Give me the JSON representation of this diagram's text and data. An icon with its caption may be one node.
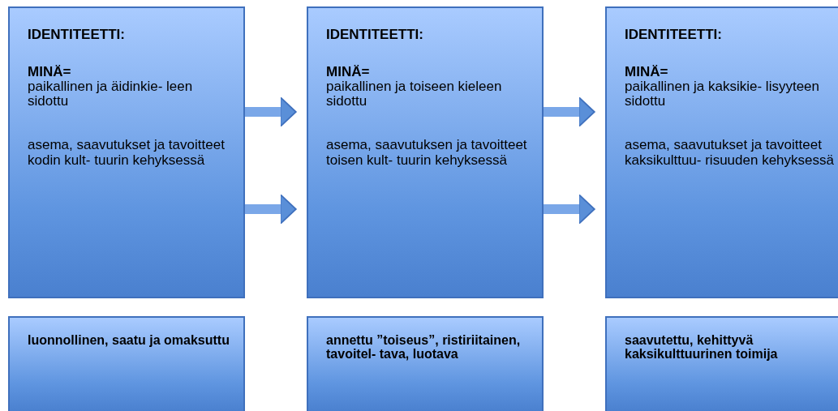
{
  "diagram": {
    "nodes": [
      {
        "text": [
          "IDENTITEETTI:",
          "MINÄ=",
          "paikallinen ja äidinkie- leen sidottu",
          "asema, saavutukset ja tavoitteet kodin kult- tuurin kehyksessä"
        ]
      },
      {
        "text": [
          "IDENTITEETTI:",
          "MINÄ=",
          "paikallinen ja toiseen kieleen sidottu",
          "asema, saavutuksen ja tavoitteet toisen kult- tuurin kehyksessä"
        ]
      },
      {
        "text": [
          "IDENTITEETTI:",
          "MINÄ=",
          "paikallinen ja kaksikie- lisyyteen sidottu",
          "asema, saavutukset ja tavoitteet kaksikulttuu- risuuden kehyksessä"
        ]
      },
      {
        "text": [
          "luonnollinen, saatu ja omaksuttu"
        ]
      },
      {
        "text": [
          "annettu ”toiseus”, ristiriitainen, tavoitel- tava, luotava"
        ]
      },
      {
        "text": [
          "saavutettu,  kehittyvä kaksikulttuurinen toimija"
        ]
      }
    ],
    "edges": [
      {
        "from": 0,
        "to": 1,
        "arrow": "to"
      },
      {
        "from": 0,
        "to": 1,
        "arrow": "to"
      },
      {
        "from": 1,
        "to": 2,
        "arrow": "to"
      },
      {
        "from": 1,
        "to": 2,
        "arrow": "to"
      }
    ]
  }
}
